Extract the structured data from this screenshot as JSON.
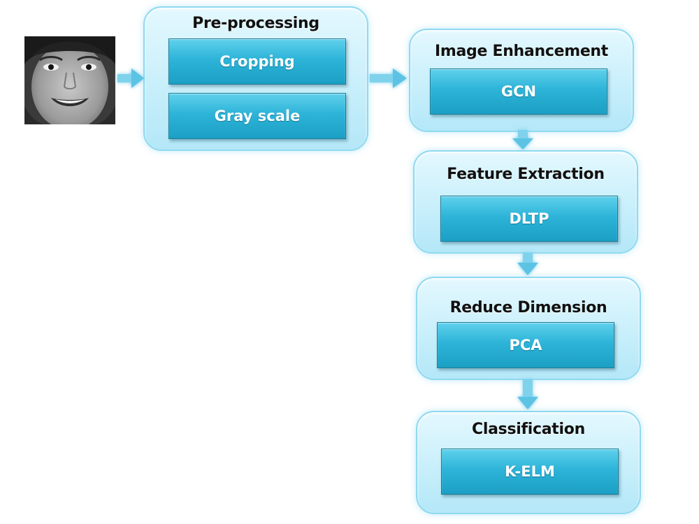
{
  "preprocessing": {
    "title": "Pre-processing",
    "steps": [
      "Cropping",
      "Gray scale"
    ]
  },
  "enhancement": {
    "title": "Image Enhancement",
    "step": "GCN"
  },
  "feature": {
    "title": "Feature Extraction",
    "step": "DLTP"
  },
  "reduce": {
    "title": "Reduce Dimension",
    "step": "PCA"
  },
  "classification": {
    "title": "Classification",
    "step": "K-ELM"
  },
  "colors": {
    "container_fill": "#c8effb",
    "container_border": "#8fd9f0",
    "step_fill": "#2db4d8",
    "step_text": "#ffffff",
    "arrow": "#5cc3e4"
  },
  "icons": {
    "input_image": "face-photo",
    "connector": "arrow-right / arrow-down"
  }
}
